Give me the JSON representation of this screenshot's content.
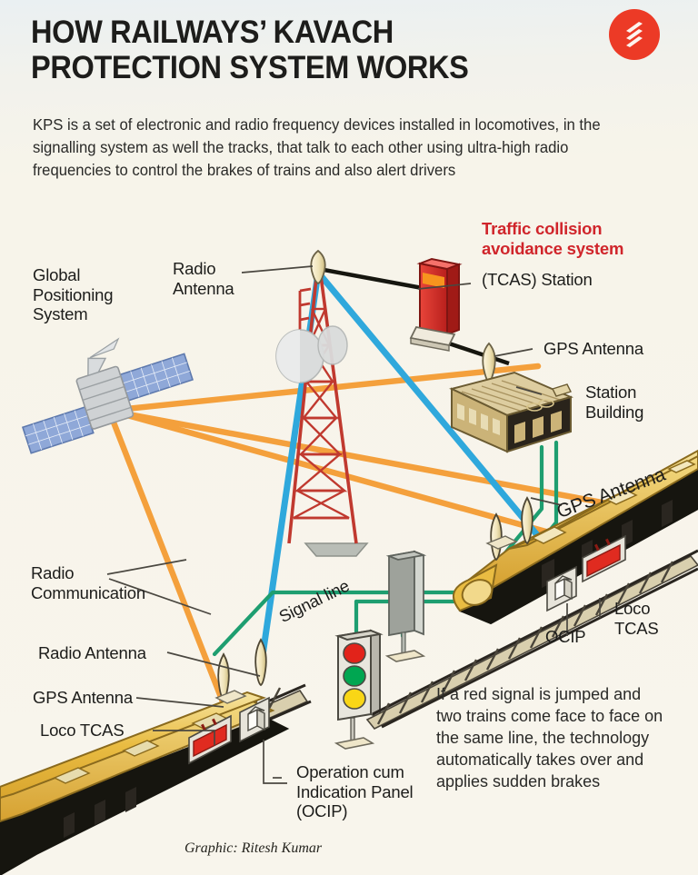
{
  "header": {
    "title_line1": "HOW RAILWAYS’ KAVACH",
    "title_line2": "PROTECTION SYSTEM WORKS",
    "intro": "KPS is a set of electronic and radio frequency devices installed in locomotives, in the signalling system as well the tracks, that talk to each other using ultra-high radio frequencies to control the brakes of trains and also alert drivers",
    "logo_name": "indian-express-logo"
  },
  "labels": {
    "gps_system": "Global\nPositioning\nSystem",
    "radio_antenna_tower": "Radio\nAntenna",
    "tcas_station_red": "Traffic collision\navoidance system",
    "tcas_station_plain": "(TCAS) Station",
    "gps_antenna_station": "GPS Antenna",
    "station_building": "Station\nBuilding",
    "gps_antenna_train_right": "GPS Antenna",
    "ocip_right": "OCIP",
    "loco_tcas_right": "Loco\nTCAS",
    "signal_line": "Signal line",
    "radio_communication": "Radio\nCommunication",
    "radio_antenna_train": "Radio Antenna",
    "gps_antenna_train_left": "GPS Antenna",
    "loco_tcas_left": "Loco TCAS",
    "ocip_left": "Operation cum\nIndication Panel\n(OCIP)"
  },
  "note": "If a red signal is jumped and two trains come face to face on the same line, the technology automatically takes over and applies sudden brakes",
  "credit": "Graphic: Ritesh Kumar",
  "colors": {
    "background": "#f7f4ea",
    "title": "#1d1d1b",
    "accent_red": "#d0252b",
    "logo_red": "#ec3a26",
    "radio_line_orange": "#f4a03c",
    "signal_line_blue": "#2fa8dc",
    "signal_line_green": "#1e9e70",
    "tower_red": "#c0392f",
    "train_yellow": "#e8b93c",
    "train_dark": "#1a1a17",
    "station_tan": "#c8a96a",
    "signal_red": "#e2231a",
    "signal_green": "#00a651",
    "signal_yellow": "#f9d616"
  },
  "signal_lights": [
    "red",
    "green",
    "yellow"
  ]
}
